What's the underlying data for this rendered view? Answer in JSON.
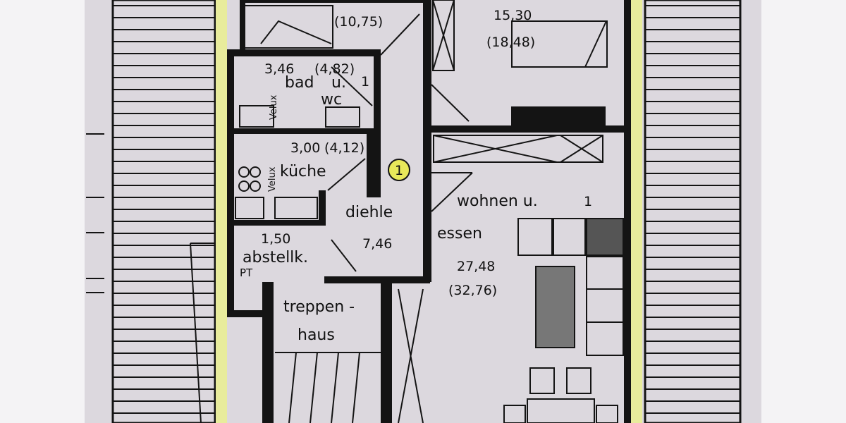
{
  "colors": {
    "paper": "#dcd8de",
    "wall": "#141414",
    "highlight": "#e8ec9c",
    "margin": "#f4f3f5"
  },
  "rooms": {
    "top_left": {
      "area_gross": "(10,75)"
    },
    "bedroom": {
      "area_net": "15,30",
      "area_gross": "(18,48)"
    },
    "bath": {
      "area_net": "3,46",
      "area_gross": "(4,82)",
      "name1": "bad",
      "name2": "u.",
      "name3": "wc",
      "window": "Velux",
      "marker": "1"
    },
    "kitchen": {
      "area_net": "3,00",
      "area_gross": "(4,12)",
      "name": "küche",
      "window": "Velux"
    },
    "hall": {
      "name": "diehle",
      "area_net": "7,46",
      "unit_badge": "1"
    },
    "living": {
      "name1": "wohnen u.",
      "name2": "essen",
      "marker": "1",
      "area_net": "27,48",
      "area_gross": "(32,76)"
    },
    "storage": {
      "area_net": "1,50",
      "name": "abstellk.",
      "code": "PT"
    },
    "stairs": {
      "name1": "treppen -",
      "name2": "haus"
    }
  }
}
